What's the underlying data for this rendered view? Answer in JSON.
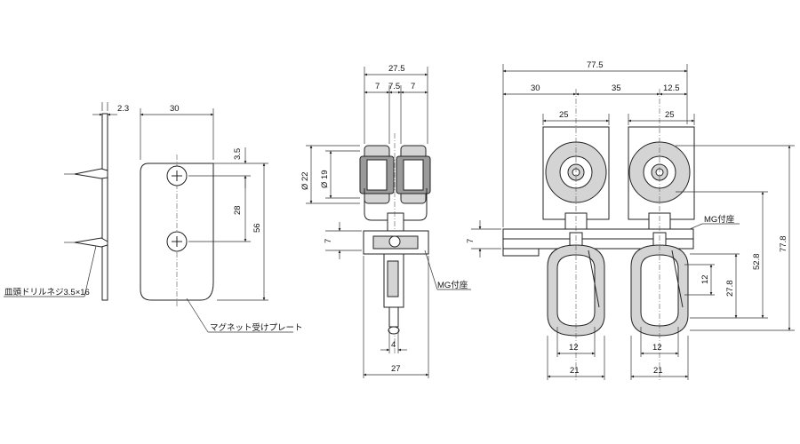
{
  "labels": {
    "screw": "皿頭ドリルネジ3.5×16",
    "plate": "マグネット受けプレート",
    "mg_mount_side": "MG付座",
    "mg_mount_front": "MG付座"
  },
  "dims": {
    "left": {
      "thickness": "2.3",
      "width": "30",
      "offset": "3.5",
      "pitch": "28",
      "height": "56"
    },
    "side": {
      "overall": "27.5",
      "d1": "7",
      "d2": "7.5",
      "d3": "7",
      "dia_outer": "Ø 22",
      "dia_inner": "Ø 19",
      "mount_h": "7",
      "pin": "4",
      "base": "27"
    },
    "front": {
      "overall": "77.5",
      "d30": "30",
      "d35": "35",
      "d12_5": "12.5",
      "wheel_l": "25",
      "wheel_r": "25",
      "mount_h": "7",
      "hook_12": "12",
      "hook_27_8": "27.8",
      "to_hook": "52.8",
      "total_h": "77.8",
      "hook_in_l": "12",
      "hook_out_l": "21",
      "hook_in_r": "12",
      "hook_out_r": "21"
    }
  }
}
